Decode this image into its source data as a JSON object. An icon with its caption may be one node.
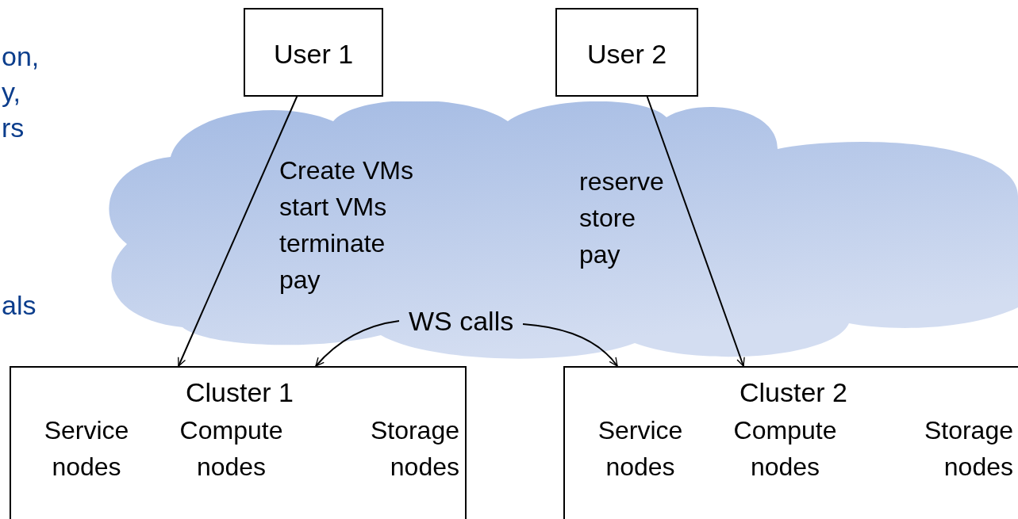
{
  "diagram": {
    "nodes": [
      {
        "text": [
          "User 1"
        ]
      },
      {
        "text": [
          "User 2"
        ]
      },
      {
        "text": [],
        "shape": "cloud"
      },
      {
        "text": [
          "WS calls"
        ],
        "in": 2
      },
      {
        "text": [
          "Cluster 1",
          "Service nodes",
          "Compute nodes",
          "Storage nodes"
        ]
      },
      {
        "text": [
          "Cluster 2",
          "Service nodes",
          "Compute nodes",
          "Storage nodes"
        ]
      }
    ],
    "edges": [
      {
        "from": 0,
        "to": 4,
        "arrow": "to",
        "label": "Create VMs start VMs terminate pay"
      },
      {
        "from": 1,
        "to": 5,
        "arrow": "to",
        "label": "reserve store pay"
      },
      {
        "from": 3,
        "to": 4,
        "arrow": "to"
      },
      {
        "from": 3,
        "to": 5,
        "arrow": "to"
      }
    ],
    "labels": [
      "on,",
      "y,",
      "rs",
      "als"
    ]
  }
}
